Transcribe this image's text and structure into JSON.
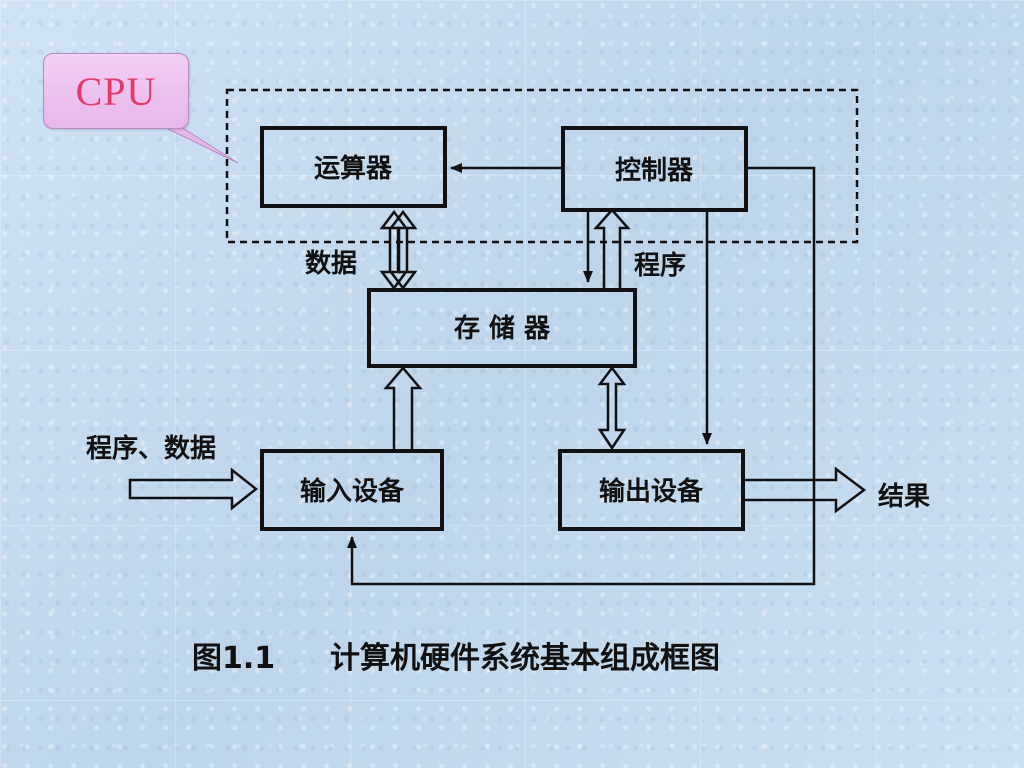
{
  "callout": {
    "text": "CPU",
    "fill": "#eec5f0",
    "text_color": "#e8386a"
  },
  "nodes": {
    "alu": "运算器",
    "control": "控制器",
    "memory": "存 储 器",
    "input": "输入设备",
    "output": "输出设备"
  },
  "labels": {
    "data": "数据",
    "program": "程序",
    "program_data": "程序、数据",
    "result": "结果"
  },
  "caption": {
    "figure": "图1.1",
    "title": "计算机硬件系统基本组成框图"
  }
}
